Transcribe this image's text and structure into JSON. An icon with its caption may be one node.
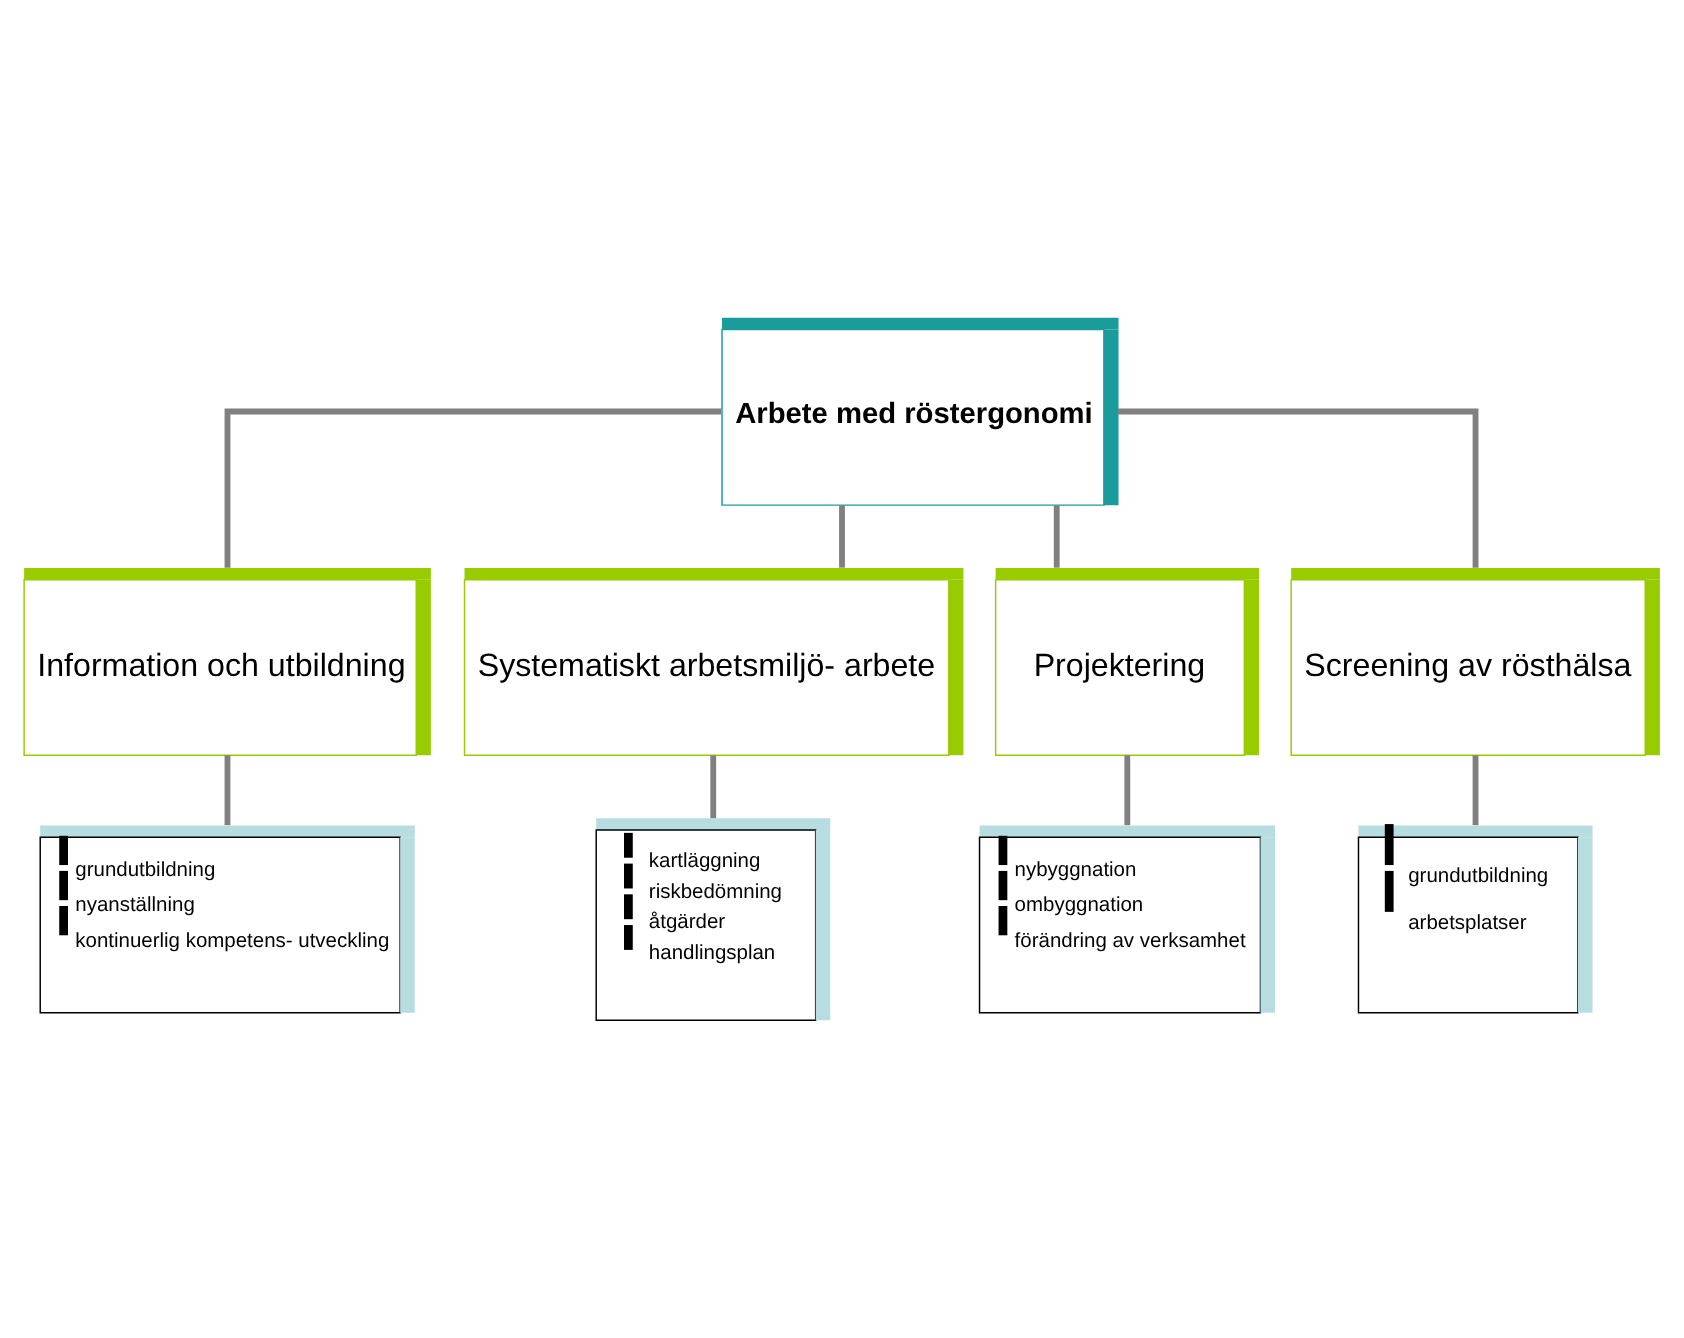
{
  "diagram": {
    "nodes": [
      {
        "text": [
          "Arbete med röstergonomi"
        ]
      },
      {
        "text": [
          "Information och utbildning"
        ]
      },
      {
        "text": [
          "Systematiskt arbetsmiljö- arbete"
        ]
      },
      {
        "text": [
          "Projektering"
        ]
      },
      {
        "text": [
          "Screening av rösthälsa"
        ]
      },
      {
        "text": [
          "grundutbildning",
          "nyanställning",
          "kontinuerlig kompetens- utveckling"
        ]
      },
      {
        "text": [
          "kartläggning",
          "riskbedömning",
          "åtgärder",
          "handlingsplan"
        ]
      },
      {
        "text": [
          "nybyggnation",
          "ombyggnation",
          "förändring av verksamhet"
        ]
      },
      {
        "text": [
          "grundutbildning",
          "arbetsplatser"
        ]
      }
    ],
    "edges": [
      {
        "from": 0,
        "to": 1,
        "arrow": "none"
      },
      {
        "from": 0,
        "to": 2,
        "arrow": "none"
      },
      {
        "from": 0,
        "to": 3,
        "arrow": "none"
      },
      {
        "from": 0,
        "to": 4,
        "arrow": "none"
      },
      {
        "from": 1,
        "to": 5,
        "arrow": "none"
      },
      {
        "from": 2,
        "to": 6,
        "arrow": "none"
      },
      {
        "from": 3,
        "to": 7,
        "arrow": "none"
      },
      {
        "from": 4,
        "to": 8,
        "arrow": "none"
      }
    ]
  }
}
